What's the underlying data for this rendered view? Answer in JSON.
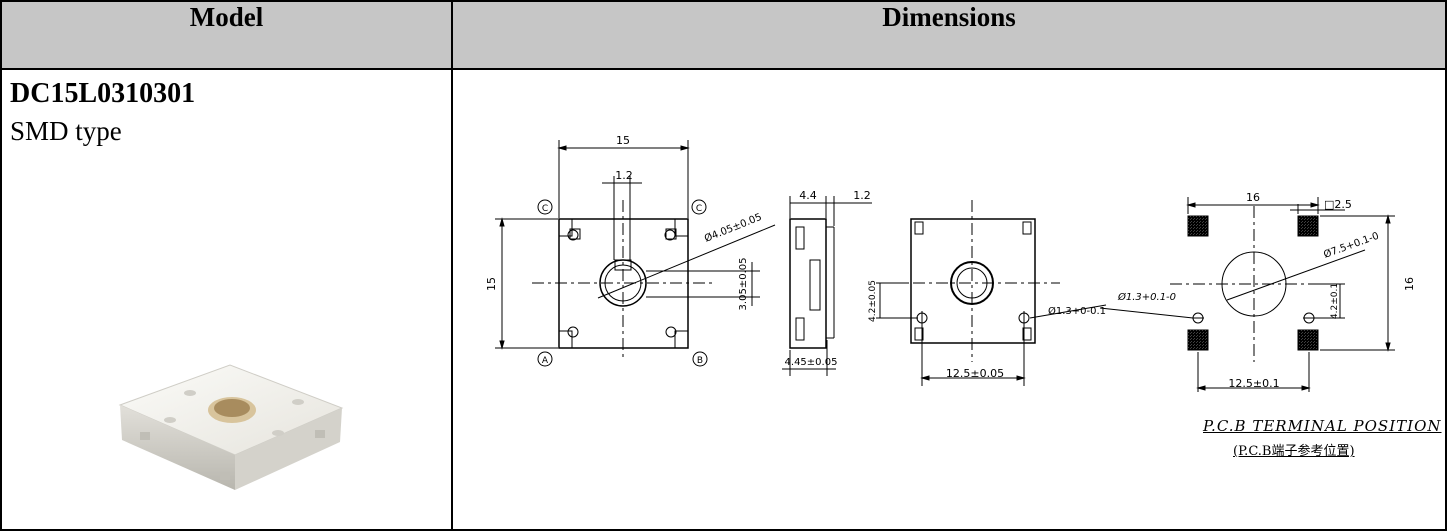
{
  "table": {
    "header_model": "Model",
    "header_dimensions": "Dimensions"
  },
  "model": {
    "code": "DC15L0310301",
    "type": "SMD type"
  },
  "front_view": {
    "width": "15",
    "height": "15",
    "shaft_width": "1.2",
    "shaft_diameter": "Ø4.05±0.05",
    "shaft_offset": "3.05±0.05",
    "terminal_a": "A",
    "terminal_b": "B",
    "terminal_c_left": "C",
    "terminal_c_right": "C"
  },
  "side_view": {
    "depth": "4.4",
    "lip": "1.2",
    "pin_depth": "4.45±0.05"
  },
  "back_view": {
    "pin_offset": "4.2±0.05",
    "pin_diameter": "Ø1.3+0-0.1",
    "pin_pitch": "12.5±0.05"
  },
  "pcb_view": {
    "width": "16",
    "height": "16",
    "pad_size": "□2.5",
    "hole_diameter": "Ø7.5+0.1-0",
    "pin_hole": "Ø1.3+0.1-0",
    "pin_offset": "4.2±0.1",
    "pin_pitch": "12.5±0.1",
    "title": "P.C.B TERMINAL POSITION",
    "subtitle": "(P.C.B端子参考位置)"
  },
  "colors": {
    "header_bg": "#c6c6c6",
    "border": "#000000"
  }
}
